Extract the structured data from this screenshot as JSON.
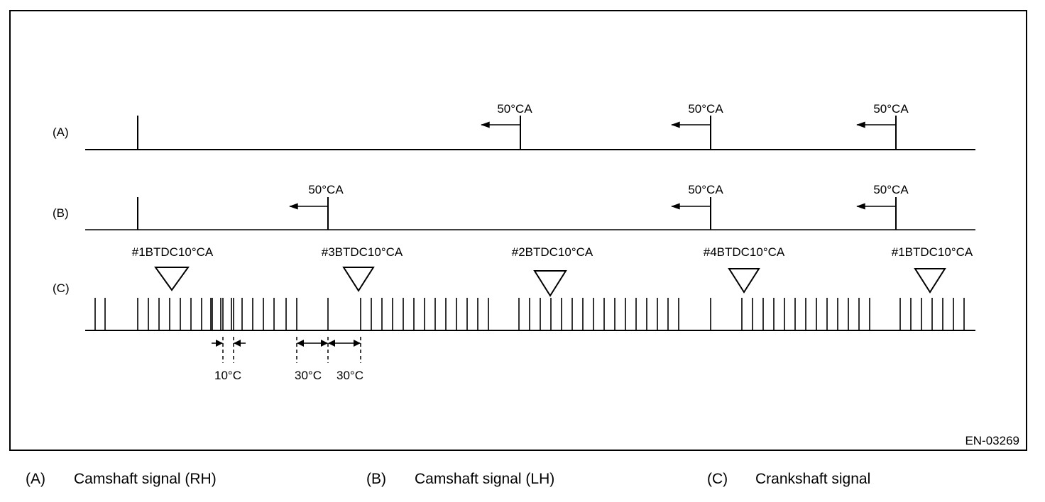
{
  "diagram": {
    "rows": [
      {
        "key": "A",
        "label": "(A)",
        "shift_labels": [
          "50°CA",
          "50°CA",
          "50°CA"
        ]
      },
      {
        "key": "B",
        "label": "(B)",
        "shift_labels": [
          "50°CA",
          "50°CA",
          "50°CA"
        ]
      },
      {
        "key": "C",
        "label": "(C)",
        "tdc_labels": [
          "#1BTDC10°CA",
          "#3BTDC10°CA",
          "#2BTDC10°CA",
          "#4BTDC10°CA",
          "#1BTDC10°CA"
        ]
      }
    ],
    "dimensions": {
      "tooth_spacing": "10°C",
      "gap_left": "30°C",
      "gap_right": "30°C"
    },
    "figure_id": "EN-03269"
  },
  "legend": [
    {
      "key": "(A)",
      "text": "Camshaft signal (RH)"
    },
    {
      "key": "(B)",
      "text": "Camshaft signal (LH)"
    },
    {
      "key": "(C)",
      "text": "Crankshaft signal"
    }
  ]
}
